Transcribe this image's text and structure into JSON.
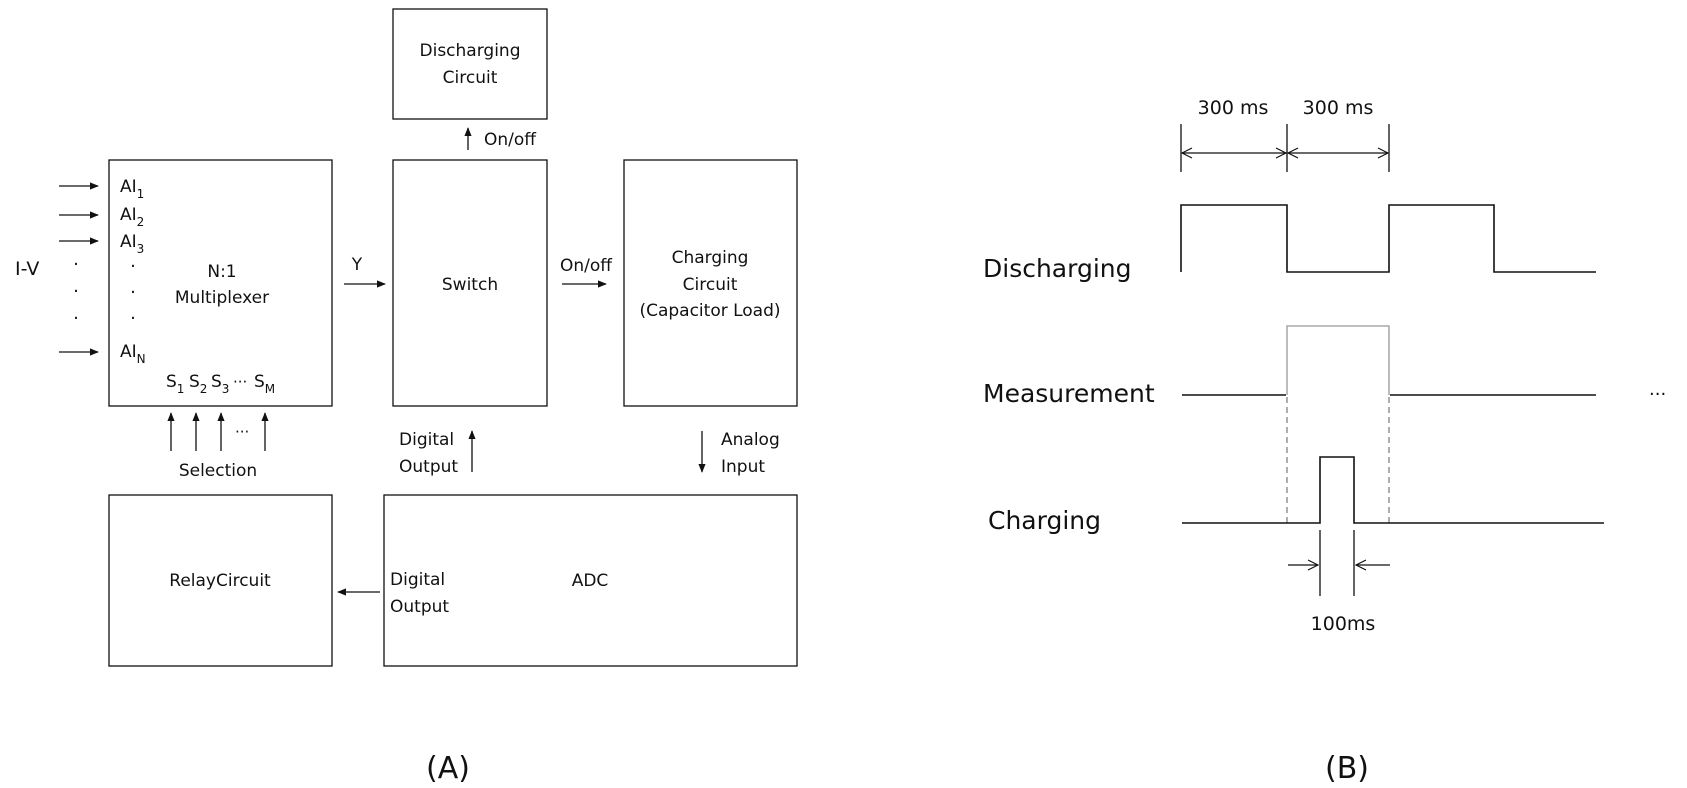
{
  "panel_a": {
    "caption": "(A)",
    "input_label": "I-V",
    "mux": {
      "inputs": [
        {
          "base": "AI",
          "sub": "1"
        },
        {
          "base": "AI",
          "sub": "2"
        },
        {
          "base": "AI",
          "sub": "3"
        },
        {
          "base": "AI",
          "sub": "N"
        }
      ],
      "dot": "·",
      "title_line1": "N:1",
      "title_line2": "Multiplexer",
      "selects": [
        {
          "base": "S",
          "sub": "1"
        },
        {
          "base": "S",
          "sub": "2"
        },
        {
          "base": "S",
          "sub": "3"
        },
        {
          "base": "S",
          "sub": "M"
        }
      ],
      "select_ellipsis": "···",
      "select_arrow_ellipsis": "···"
    },
    "y_label": "Y",
    "switch_label": "Switch",
    "on_off_top": "On/off",
    "on_off_right": "On/off",
    "discharging_circuit": {
      "line1": "Discharging",
      "line2": "Circuit"
    },
    "charging_circuit": {
      "line1": "Charging",
      "line2": "Circuit",
      "line3": "(Capacitor Load)"
    },
    "selection_label": "Selection",
    "digital_output_up": {
      "line1": "Digital",
      "line2": "Output"
    },
    "analog_input": {
      "line1": "Analog",
      "line2": "Input"
    },
    "relay_circuit": "RelayCircuit",
    "adc": {
      "label": "ADC",
      "out_line1": "Digital",
      "out_line2": "Output"
    }
  },
  "panel_b": {
    "caption": "(B)",
    "period1": "300 ms",
    "period2": "300 ms",
    "signals": {
      "discharging": "Discharging",
      "measurement": "Measurement",
      "charging": "Charging"
    },
    "pulse_width": "100ms",
    "continuation": "···"
  }
}
